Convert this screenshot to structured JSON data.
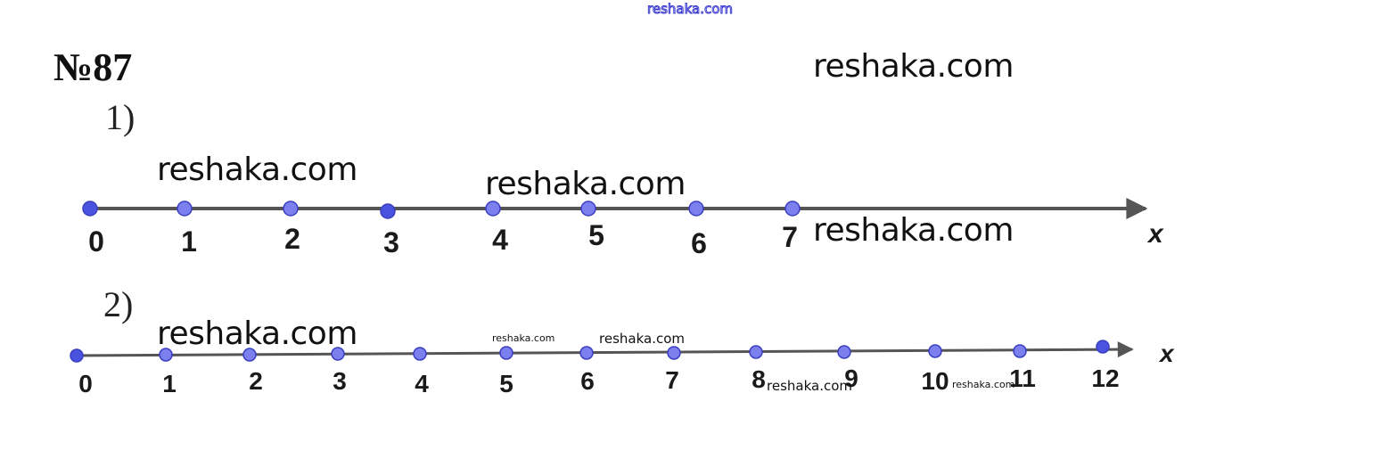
{
  "problem": {
    "number": "№87"
  },
  "parts": [
    {
      "label": "1)",
      "axis_label": "x",
      "points": [
        "0",
        "1",
        "2",
        "3",
        "4",
        "5",
        "6",
        "7"
      ]
    },
    {
      "label": "2)",
      "axis_label": "x",
      "points": [
        "0",
        "1",
        "2",
        "3",
        "4",
        "5",
        "6",
        "7",
        "8",
        "9",
        "10",
        "11",
        "12"
      ]
    }
  ],
  "watermarks": {
    "top": "reshaka.com",
    "main": "reshaka.com",
    "small": "reshaka.com"
  },
  "colors": {
    "point_fill": "#7b80ee",
    "point_fill_endpoint": "#4a52e0",
    "point_stroke": "#3a3ec0",
    "axis": "#555555"
  }
}
